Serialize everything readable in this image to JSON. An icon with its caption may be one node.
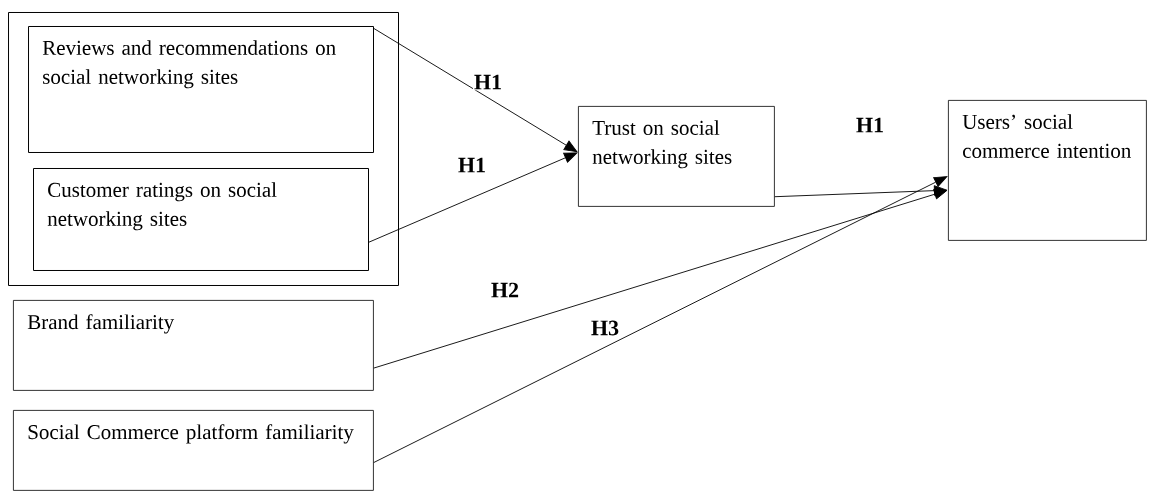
{
  "diagram": {
    "nodes": [
      {
        "text": [],
        "shape": "box"
      },
      {
        "text": [
          "Reviews and recommendations on social networking sites"
        ],
        "in": 0
      },
      {
        "text": [
          "Customer ratings on social networking sites"
        ],
        "in": 0
      },
      {
        "text": [
          "Trust on social networking sites"
        ]
      },
      {
        "text": [
          "Users’ social commerce intention"
        ]
      },
      {
        "text": [
          "Brand familiarity"
        ]
      },
      {
        "text": [
          "Social Commerce platform familiarity"
        ]
      }
    ],
    "edges": [
      {
        "from": 1,
        "to": 3,
        "arrow": "to",
        "label": "H1"
      },
      {
        "from": 2,
        "to": 3,
        "arrow": "to",
        "label": "H1"
      },
      {
        "from": 3,
        "to": 4,
        "arrow": "to",
        "label": "H1"
      },
      {
        "from": 5,
        "to": 4,
        "arrow": "to",
        "label": "H2"
      },
      {
        "from": 6,
        "to": 4,
        "arrow": "to",
        "label": "H3"
      }
    ]
  }
}
